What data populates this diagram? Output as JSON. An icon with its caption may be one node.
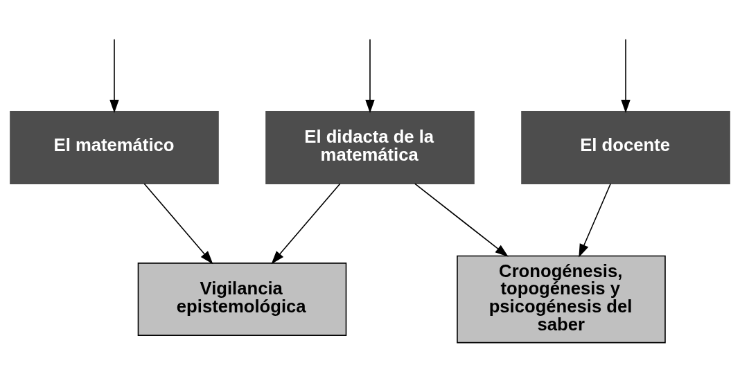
{
  "diagram": {
    "nodes": [
      {
        "text": [
          "El matemático"
        ]
      },
      {
        "text": [
          "El didacta de la matemática"
        ]
      },
      {
        "text": [
          "El docente"
        ]
      },
      {
        "text": [
          "Vigilancia epistemológica"
        ]
      },
      {
        "text": [
          "Cronogénesis, topogénesis y psicogénesis del saber"
        ]
      }
    ],
    "edges": [
      {
        "from": null,
        "to": 0,
        "arrow": "to"
      },
      {
        "from": null,
        "to": 1,
        "arrow": "to"
      },
      {
        "from": null,
        "to": 2,
        "arrow": "to"
      },
      {
        "from": 0,
        "to": 3,
        "arrow": "to"
      },
      {
        "from": 1,
        "to": 3,
        "arrow": "to"
      },
      {
        "from": 1,
        "to": 4,
        "arrow": "to"
      },
      {
        "from": 2,
        "to": 4,
        "arrow": "to"
      }
    ]
  }
}
